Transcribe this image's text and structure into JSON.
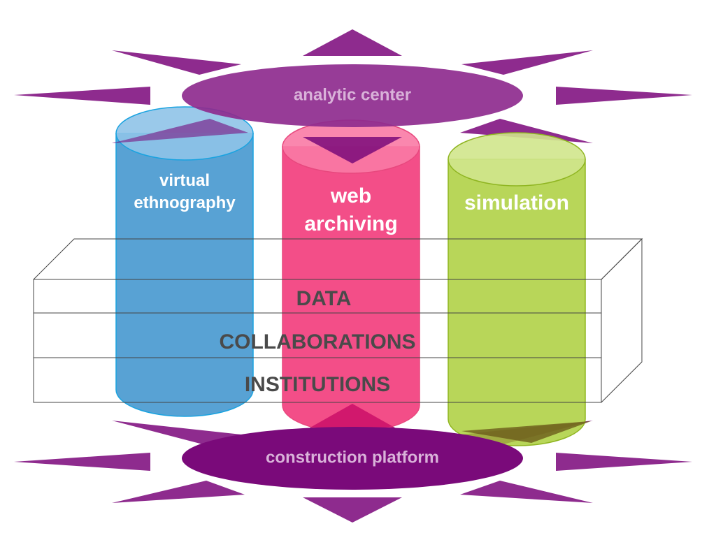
{
  "hubs": {
    "top": {
      "label": "analytic center",
      "fill": "#8e2b8e",
      "text_color": "#d9b2d9"
    },
    "bottom": {
      "label": "construction platform",
      "fill": "#7a0a7a",
      "text_color": "#d9b2d9"
    }
  },
  "ray_color": "#8e2b8e",
  "pillars": [
    {
      "id": "virtual-ethnography",
      "lines": [
        "virtual",
        "ethnography"
      ],
      "fill": "#2e8bc9",
      "top_fill": "#8fc3e8",
      "stroke": "#1aa3e0"
    },
    {
      "id": "web-archiving",
      "lines": [
        "web",
        "archiving"
      ],
      "fill": "#f0226a",
      "top_fill": "#f97aa5",
      "stroke": "#e8487e"
    },
    {
      "id": "simulation",
      "lines": [
        "simulation"
      ],
      "fill": "#a6cc2f",
      "top_fill": "#d0e68c",
      "stroke": "#8fb521"
    }
  ],
  "layers": [
    {
      "label": "DATA"
    },
    {
      "label": "COLLABORATIONS"
    },
    {
      "label": "INSTITUTIONS"
    }
  ],
  "layer_text_color": "#4a4a4a"
}
